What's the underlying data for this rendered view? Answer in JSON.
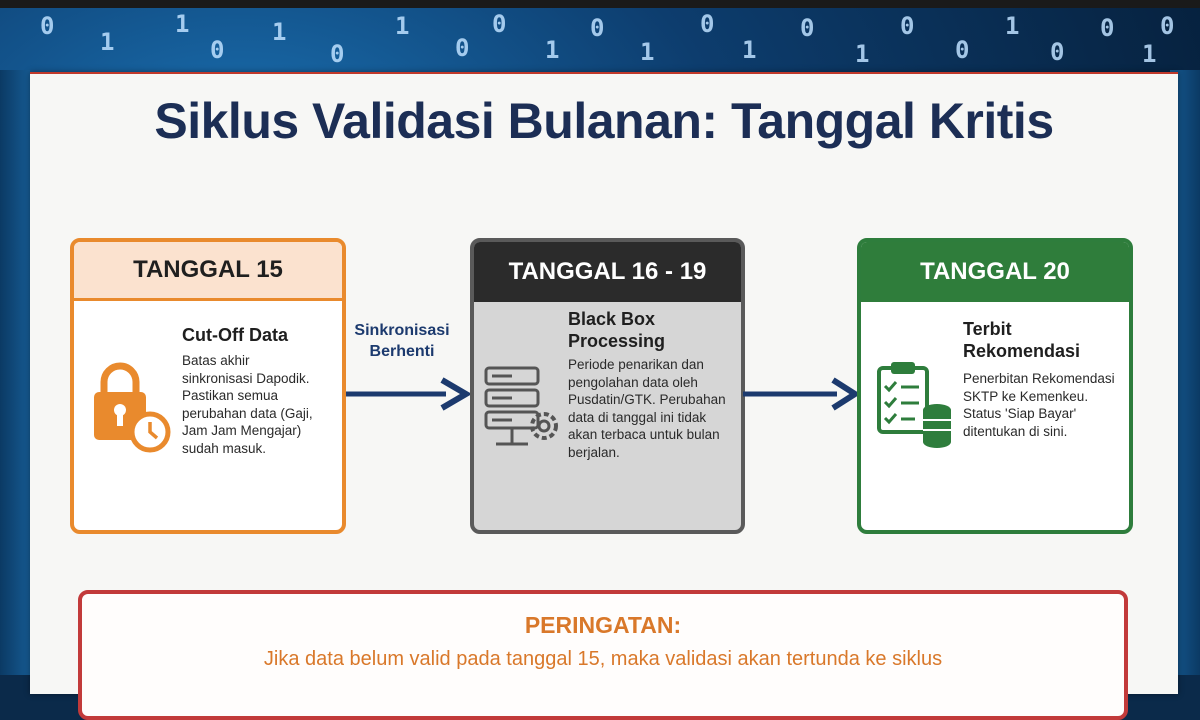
{
  "title": "Siklus Validasi Bulanan: Tanggal Kritis",
  "background_digits": [
    "0",
    "1",
    "1",
    "0",
    "1",
    "0",
    "1",
    "0",
    "0",
    "1",
    "0",
    "1",
    "0",
    "1",
    "0",
    "1",
    "0",
    "0",
    "1",
    "0",
    "0",
    "1",
    "0"
  ],
  "steps": [
    {
      "header": "TANGGAL 15",
      "heading": "Cut-Off Data",
      "body": "Batas akhir sinkronisasi Dapodik. Pastikan semua perubahan data (Gaji, Jam Jam Mengajar) sudah masuk.",
      "icon": "lock-clock-icon",
      "color": "#e98a2d"
    },
    {
      "header": "TANGGAL 16 - 19",
      "heading": "Black Box Processing",
      "body": "Periode penarikan dan pengolahan data oleh Pusdatin/GTK. Perubahan data di tanggal ini tidak akan terbaca untuk bulan berjalan.",
      "icon": "server-gear-icon",
      "color": "#5a5a5a"
    },
    {
      "header": "TANGGAL 20",
      "heading": "Terbit Rekomendasi",
      "body": "Penerbitan Rekomendasi SKTP ke Kemenkeu. Status 'Siap Bayar' ditentukan di sini.",
      "icon": "clipboard-coins-icon",
      "color": "#2e7d3c"
    }
  ],
  "arrow_label": "Sinkronisasi Berhenti",
  "warning": {
    "title": "PERINGATAN:",
    "text": "Jika data belum valid pada tanggal 15, maka validasi akan tertunda ke siklus"
  }
}
